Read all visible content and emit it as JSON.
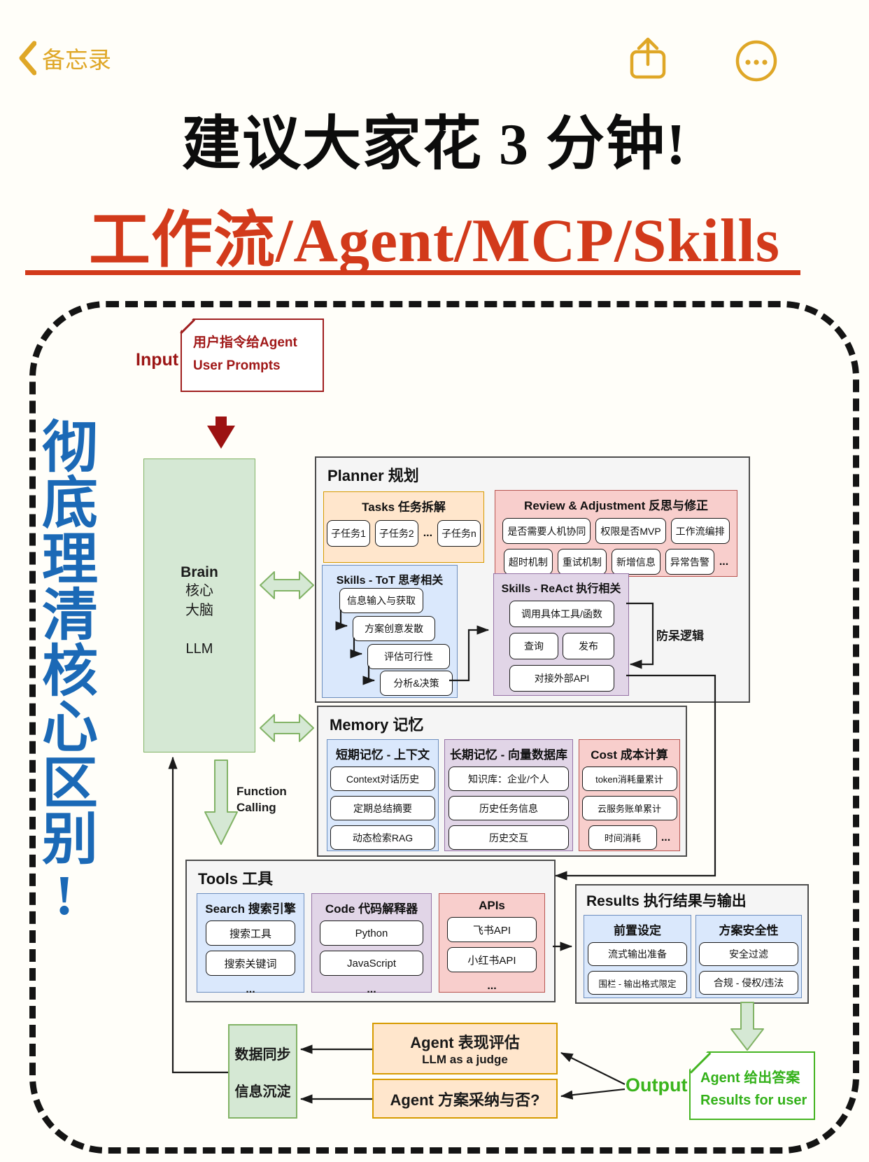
{
  "nav": {
    "back_label": "备忘录"
  },
  "header": {
    "title": "建议大家花 3 分钟!",
    "subtitle": "工作流/Agent/MCP/Skills"
  },
  "side_note": {
    "text": "彻底理清核心区别!"
  },
  "input": {
    "label": "Input",
    "line1": "用户指令给Agent",
    "line2": "User Prompts"
  },
  "brain": {
    "line1": "Brain",
    "line2": "核心",
    "line3": "大脑",
    "line4": "LLM"
  },
  "function_calling": {
    "line1": "Function",
    "line2": "Calling"
  },
  "planner": {
    "title": "Planner 规划",
    "loop_label": "防呆逻辑",
    "tasks": {
      "title": "Tasks 任务拆解",
      "items": [
        "子任务1",
        "子任务2",
        "...",
        "子任务n"
      ]
    },
    "review": {
      "title": "Review & Adjustment 反思与修正",
      "row1": [
        "是否需要人机协同",
        "权限是否MVP",
        "工作流编排"
      ],
      "row2": [
        "超时机制",
        "重试机制",
        "新增信息",
        "异常告警",
        "..."
      ]
    },
    "tot": {
      "title": "Skills - ToT 思考相关",
      "steps": [
        "信息输入与获取",
        "方案创意发散",
        "评估可行性",
        "分析&决策"
      ]
    },
    "react": {
      "title": "Skills - ReAct 执行相关",
      "items": [
        "调用具体工具/函数",
        "查询",
        "发布",
        "对接外部API"
      ]
    }
  },
  "memory": {
    "title": "Memory 记忆",
    "short_term": {
      "title": "短期记忆 - 上下文",
      "items": [
        "Context对话历史",
        "定期总结摘要",
        "动态检索RAG"
      ]
    },
    "long_term": {
      "title": "长期记忆 - 向量数据库",
      "items": [
        "知识库：企业/个人",
        "历史任务信息",
        "历史交互"
      ]
    },
    "cost": {
      "title": "Cost 成本计算",
      "items": [
        "token消耗量累计",
        "云服务账单累计",
        "时间消耗"
      ],
      "more": "..."
    }
  },
  "tools": {
    "title": "Tools 工具",
    "search": {
      "title": "Search 搜索引擎",
      "items": [
        "搜索工具",
        "搜索关键词"
      ],
      "more": "..."
    },
    "code": {
      "title": "Code 代码解释器",
      "items": [
        "Python",
        "JavaScript"
      ],
      "more": "..."
    },
    "apis": {
      "title": "APIs",
      "items": [
        "飞书API",
        "小红书API"
      ],
      "more": "..."
    }
  },
  "results": {
    "title": "Results 执行结果与输出",
    "preset": {
      "title": "前置设定",
      "items": [
        "流式输出准备",
        "围栏 - 输出格式限定"
      ]
    },
    "safety": {
      "title": "方案安全性",
      "items": [
        "安全过滤",
        "合规 - 侵权/违法"
      ]
    }
  },
  "bottom": {
    "sync": {
      "line1": "数据同步",
      "line2": "信息沉淀"
    },
    "evaluation": {
      "line1": "Agent 表现评估",
      "line2": "LLM as a judge"
    },
    "adoption": "Agent 方案采纳与否?",
    "output_label": "Output",
    "answer": {
      "line1": "Agent 给出答案",
      "line2": "Results for user"
    }
  },
  "colors": {
    "nav_accent": "#dfa727",
    "title_red": "#d23a1b",
    "side_blue": "#1b69b6",
    "input_red": "#a01818",
    "output_green": "#3ab41c",
    "green_fill": "#d5e8d4",
    "green_border": "#82b366",
    "blue_fill": "#dae8fc",
    "blue_border": "#6c8ebf",
    "purple_fill": "#e1d5e7",
    "purple_border": "#9673a6",
    "pink_fill": "#f8cecc",
    "pink_border": "#b85450",
    "orange_fill": "#ffe6cc",
    "orange_border": "#d79b00"
  }
}
